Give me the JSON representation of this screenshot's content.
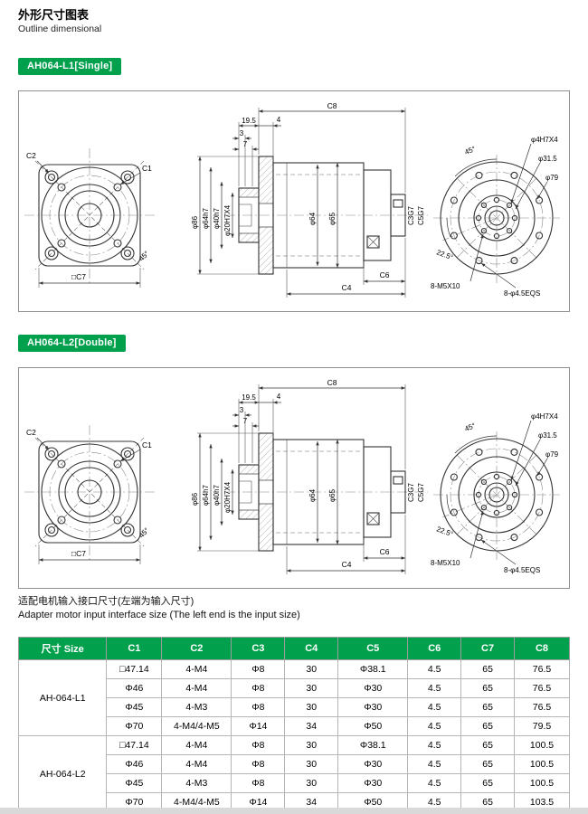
{
  "page": {
    "title_zh": "外形尺寸图表",
    "title_en": "Outline dimensional",
    "note_zh": "适配电机输入接口尺寸(左端为输入尺寸)",
    "note_en": "Adapter motor input interface size (The left end is the input size)"
  },
  "sections": [
    {
      "badge": "AH064-L1[Single]"
    },
    {
      "badge": "AH064-L2[Double]"
    }
  ],
  "colors": {
    "green": "#00A04D"
  },
  "drawing": {
    "front": {
      "c2": "C2",
      "c1": "C1",
      "angle45": "45°",
      "c7": "□C7"
    },
    "section": {
      "c8": "C8",
      "d19_5": "19.5",
      "d4": "4",
      "d3": "3",
      "d7": "7",
      "phi86": "φ86",
      "phi64h7": "φ64h7",
      "phi40h7": "φ40h7",
      "phi20": "φ20H7X4",
      "phi64": "φ64",
      "phi65": "φ65",
      "c3g7": "C3G7",
      "c5g7": "C5G7",
      "c6": "C6",
      "c4": "C4"
    },
    "rear": {
      "angle45": "45°",
      "angle22_5": "22.5°",
      "phi4": "φ4H7X4",
      "phi31_5": "φ31.5",
      "phi79": "φ79",
      "m5": "8-M5X10",
      "eqs": "8-φ4.5EQS"
    }
  },
  "table": {
    "headers": [
      "尺寸 Size",
      "C1",
      "C2",
      "C3",
      "C4",
      "C5",
      "C6",
      "C7",
      "C8"
    ],
    "groups": [
      {
        "name": "AH-064-L1",
        "rows": [
          [
            "□47.14",
            "4-M4",
            "Φ8",
            "30",
            "Φ38.1",
            "4.5",
            "65",
            "76.5"
          ],
          [
            "Φ46",
            "4-M4",
            "Φ8",
            "30",
            "Φ30",
            "4.5",
            "65",
            "76.5"
          ],
          [
            "Φ45",
            "4-M3",
            "Φ8",
            "30",
            "Φ30",
            "4.5",
            "65",
            "76.5"
          ],
          [
            "Φ70",
            "4-M4/4-M5",
            "Φ14",
            "34",
            "Φ50",
            "4.5",
            "65",
            "79.5"
          ]
        ]
      },
      {
        "name": "AH-064-L2",
        "rows": [
          [
            "□47.14",
            "4-M4",
            "Φ8",
            "30",
            "Φ38.1",
            "4.5",
            "65",
            "100.5"
          ],
          [
            "Φ46",
            "4-M4",
            "Φ8",
            "30",
            "Φ30",
            "4.5",
            "65",
            "100.5"
          ],
          [
            "Φ45",
            "4-M3",
            "Φ8",
            "30",
            "Φ30",
            "4.5",
            "65",
            "100.5"
          ],
          [
            "Φ70",
            "4-M4/4-M5",
            "Φ14",
            "34",
            "Φ50",
            "4.5",
            "65",
            "103.5"
          ]
        ]
      }
    ]
  }
}
